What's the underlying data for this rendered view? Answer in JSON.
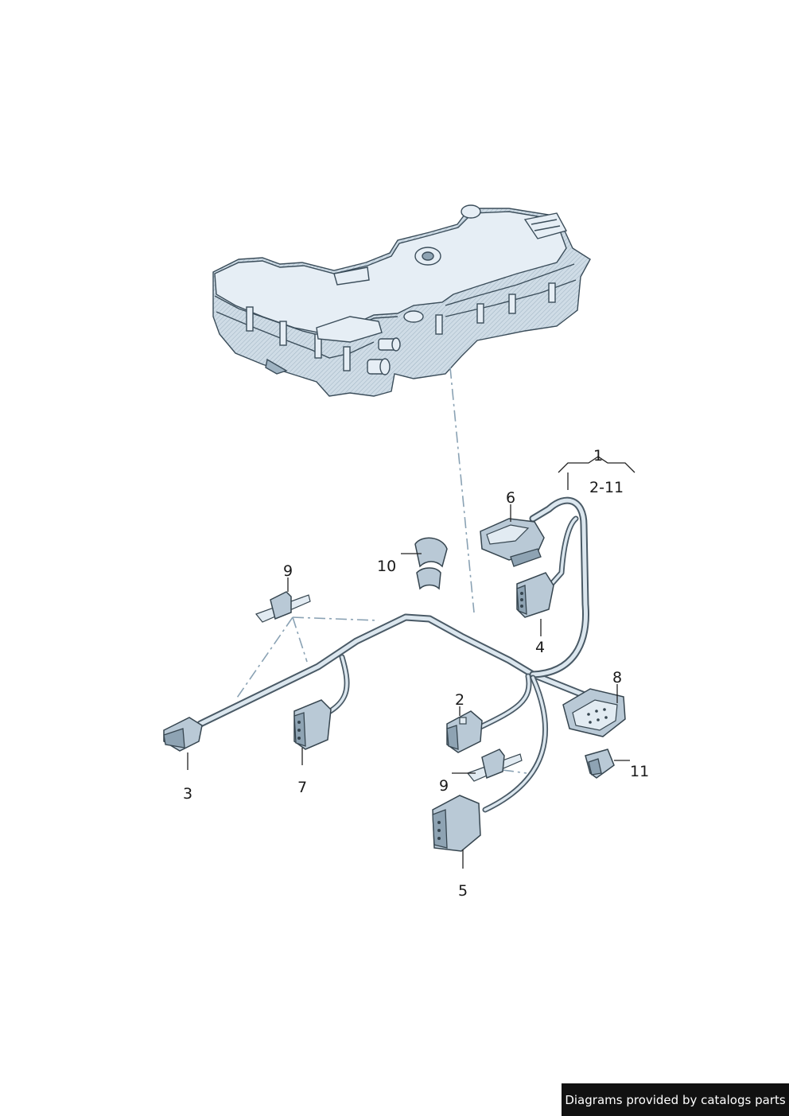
{
  "diagram": {
    "callouts": {
      "c1": "1",
      "c2_11": "2-11",
      "c2": "2",
      "c3": "3",
      "c4": "4",
      "c5": "5",
      "c6": "6",
      "c7": "7",
      "c8": "8",
      "c9a": "9",
      "c9b": "9",
      "c10": "10",
      "c11": "11"
    }
  },
  "footer": {
    "credit": "Diagrams provided by catalogs parts"
  },
  "colors": {
    "part_fill": "#dbe6ee",
    "part_outline": "#3b4d5a",
    "leader_dash": "#8aa2b4",
    "credit_bg": "#111111"
  }
}
